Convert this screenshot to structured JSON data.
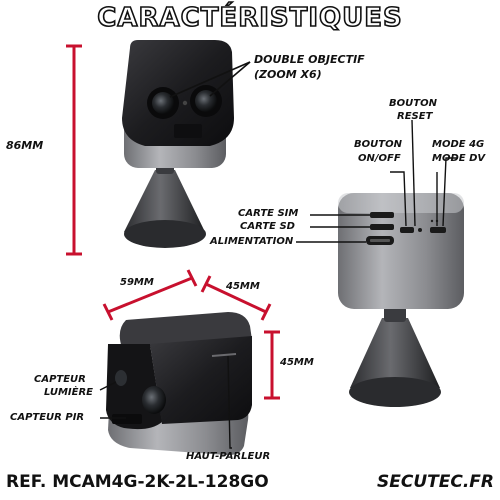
{
  "title": "CARACTÉRISTIQUES",
  "labels": {
    "double_objectif_1": "DOUBLE OBJECTIF",
    "double_objectif_2": "(ZOOM X6)",
    "height": "86MM",
    "bouton_reset_1": "BOUTON",
    "bouton_reset_2": "RESET",
    "bouton_onoff_1": "BOUTON",
    "bouton_onoff_2": "ON/OFF",
    "mode_4g": "MODE 4G",
    "mode_dv": "MODE DV",
    "carte_sim": "CARTE SIM",
    "carte_sd": "CARTE SD",
    "alimentation": "ALIMENTATION",
    "width": "59MM",
    "depth": "45MM",
    "side_height": "45MM",
    "capteur_lumiere_1": "CAPTEUR",
    "capteur_lumiere_2": "LUMIÈRE",
    "capteur_pir": "CAPTEUR PIR",
    "haut_parleur": "HAUT-PARLEUR"
  },
  "footer": {
    "reference": "REF. MCAM4G-2K-2L-128GO",
    "website": "SECUTEC.FR"
  },
  "colors": {
    "dimension_red": "#c8102e",
    "camera_black": "#1b1b1e",
    "camera_grey": "#8a8b90"
  }
}
